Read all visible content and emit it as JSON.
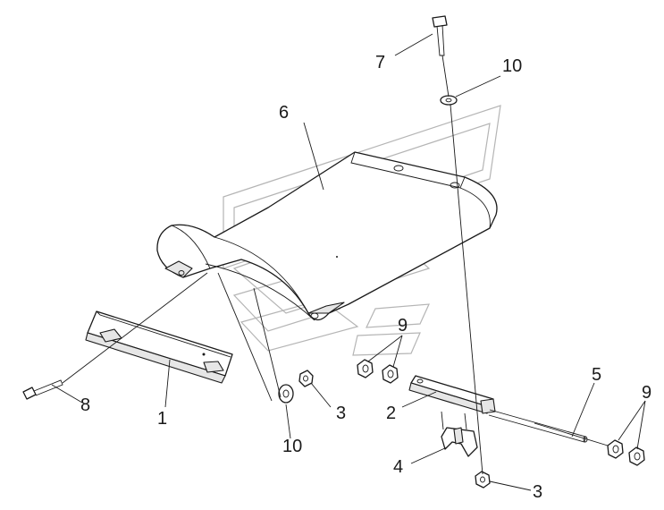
{
  "labels": {
    "p1": "1",
    "p2": "2",
    "p3a": "3",
    "p3b": "3",
    "p4": "4",
    "p5": "5",
    "p6": "6",
    "p7": "7",
    "p8": "8",
    "p9a": "9",
    "p9b": "9",
    "p10a": "10",
    "p10b": "10"
  },
  "colors": {
    "line": "#1a1a1a",
    "watermark": "#b5b5b5",
    "background": "#ffffff"
  }
}
